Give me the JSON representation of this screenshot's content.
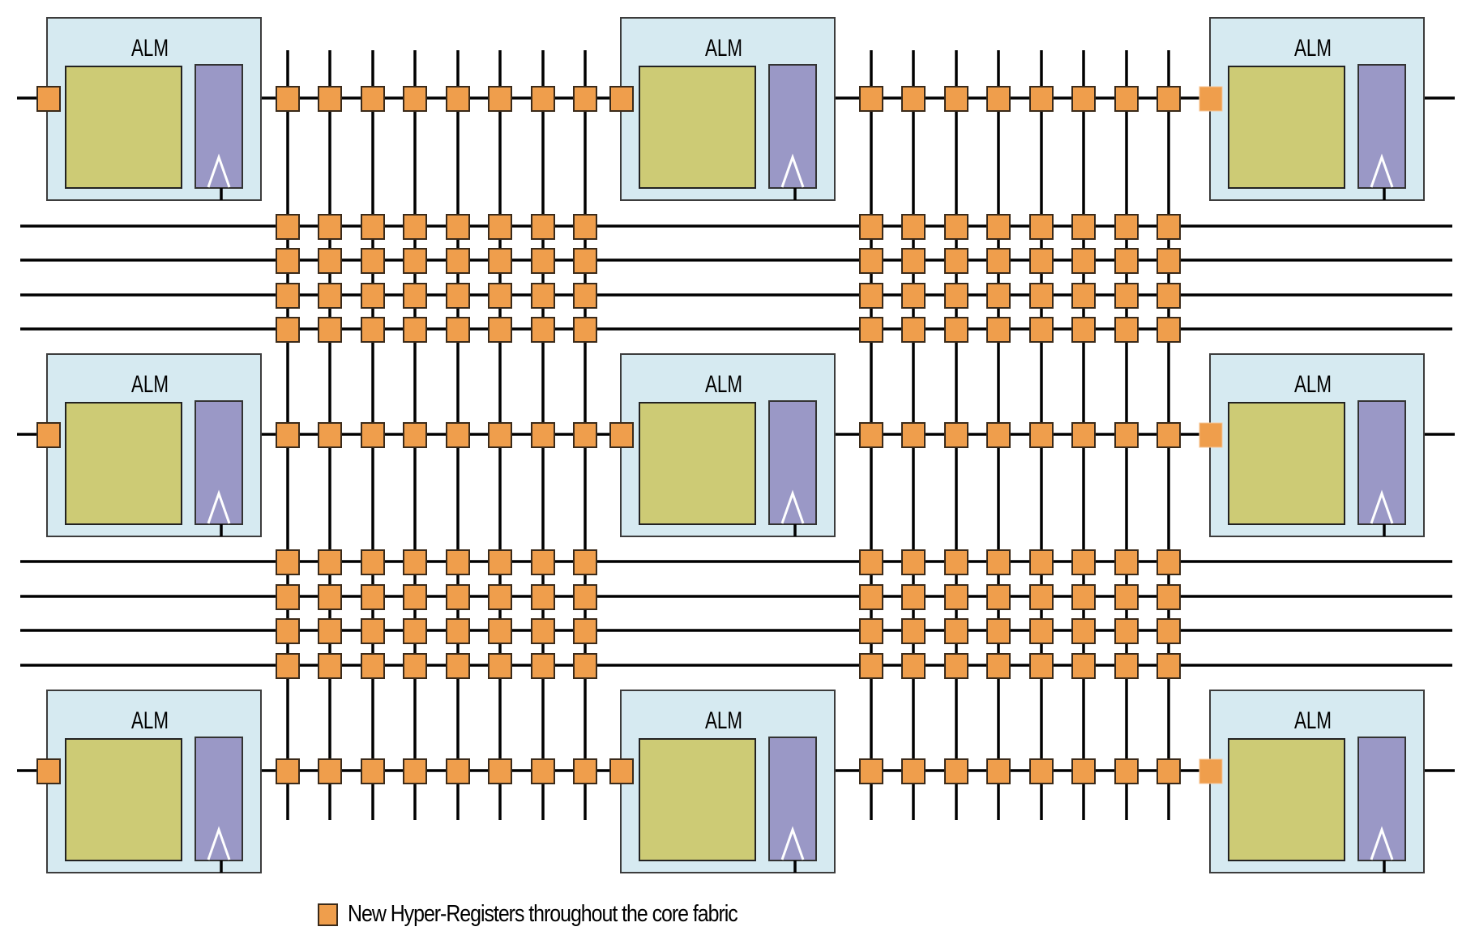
{
  "diagram": {
    "title": "ALM routing fabric with Hyper-Registers",
    "alm_label": "ALM",
    "alm_grid": {
      "rows": 3,
      "columns": 3
    },
    "alm_components": [
      "logic-block",
      "flip-flop",
      "clock-input"
    ],
    "routing": {
      "vertical_tracks_per_channel": 8,
      "vertical_channels": 2,
      "horizontal_bus_lines_per_channel": 4,
      "horizontal_channels": 2,
      "hyper_register_at_every_crossing": true,
      "hyper_register_at_alm_inputs": true
    },
    "colors": {
      "hyper_register": "#ef9e4c",
      "alm_background": "#d6eaf1",
      "logic_block": "#cdcb75",
      "flip_flop": "#9a98c6",
      "wire": "#000000"
    }
  },
  "legend": {
    "items": [
      {
        "icon": "hyper-register-square",
        "label": "New Hyper-Registers throughout the core fabric"
      }
    ]
  }
}
